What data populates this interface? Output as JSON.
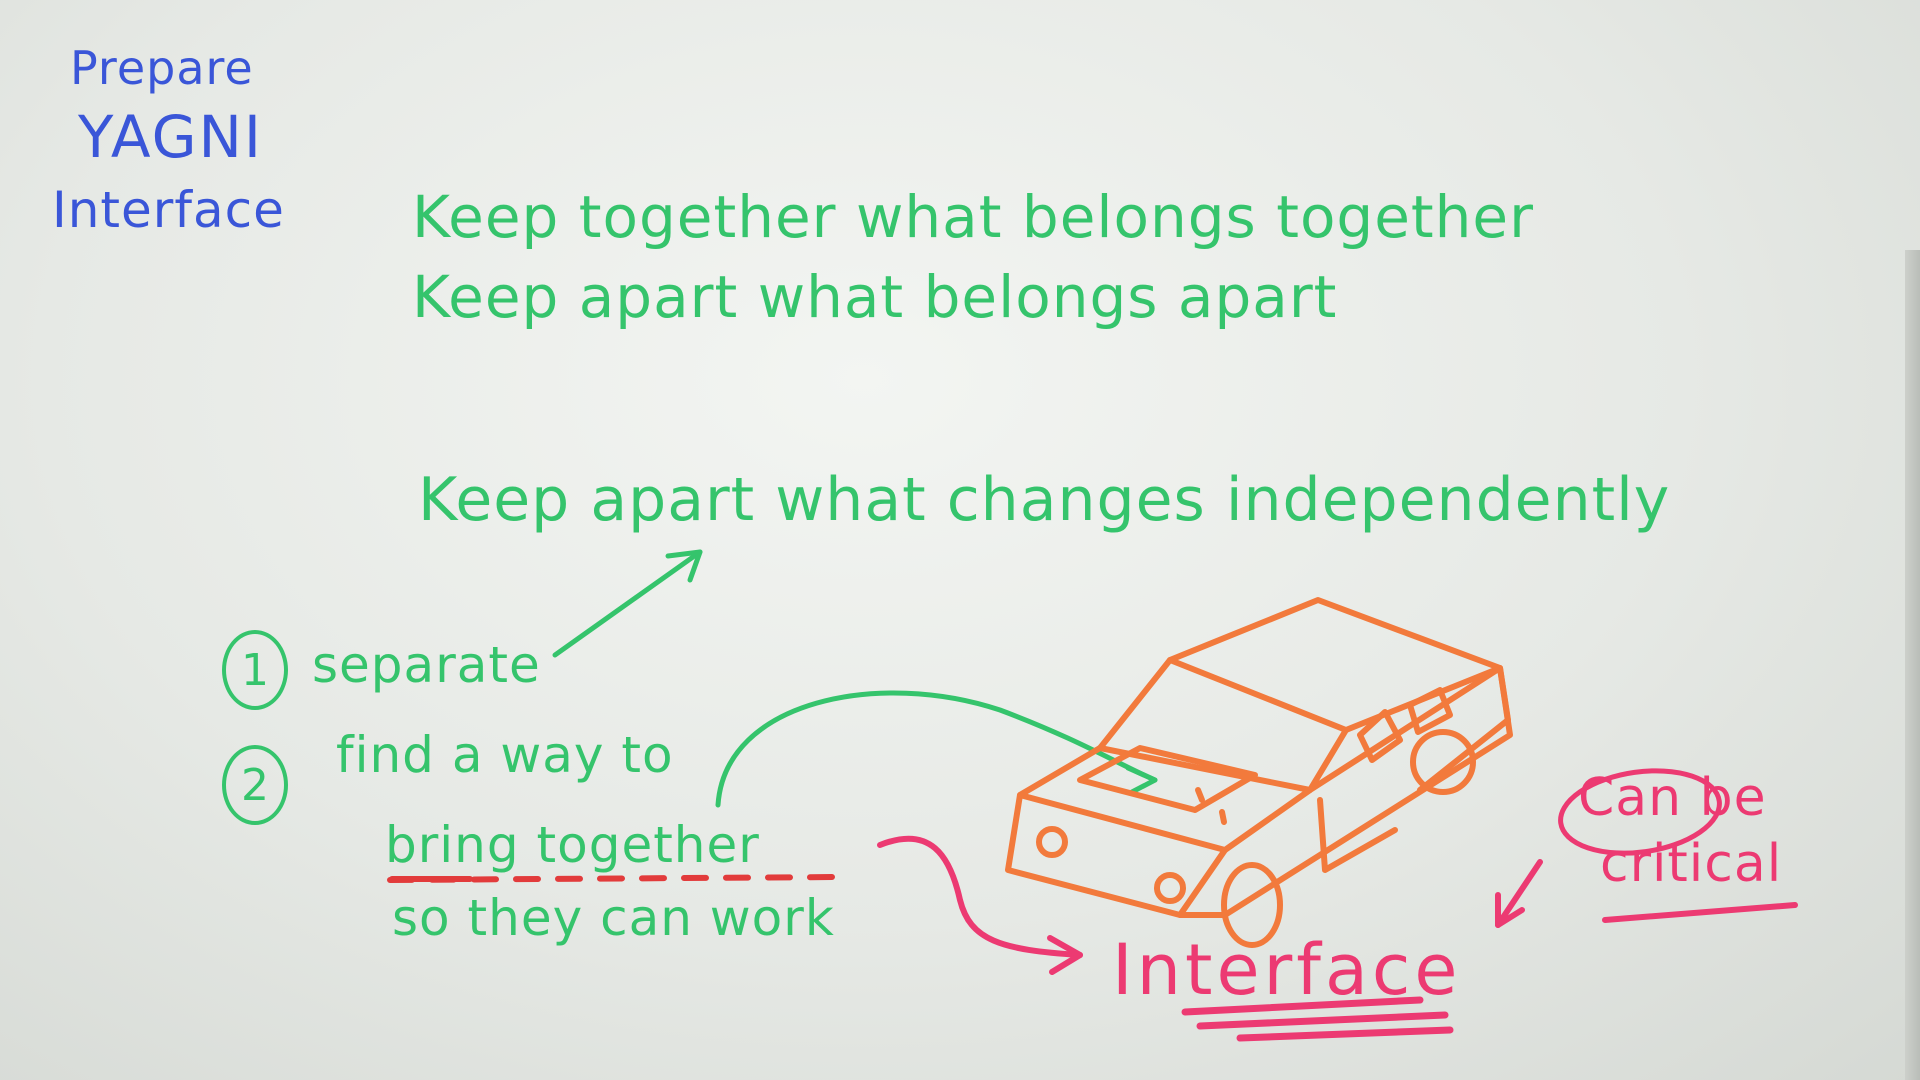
{
  "board": {
    "corner_notes": [
      "Prepare",
      "YAGNI",
      "Interface"
    ],
    "principles": [
      "Keep together what belongs together",
      "Keep apart what belongs apart",
      "Keep apart what changes independently"
    ],
    "steps": {
      "number_1": "1",
      "number_2": "2",
      "step_1": "separate",
      "step_2_line_1": "find a way to",
      "step_2_line_2": "bring together",
      "step_2_line_3": "so they can work"
    },
    "interface_label": "Interface",
    "note_line_1": "Can be",
    "note_line_2": "critical",
    "drawing": "car-sketch",
    "colors": {
      "blue": "#3a56d8",
      "green": "#35c46c",
      "orange": "#f27a3c",
      "pink": "#ec3a72",
      "board": "#eef0ed"
    }
  }
}
